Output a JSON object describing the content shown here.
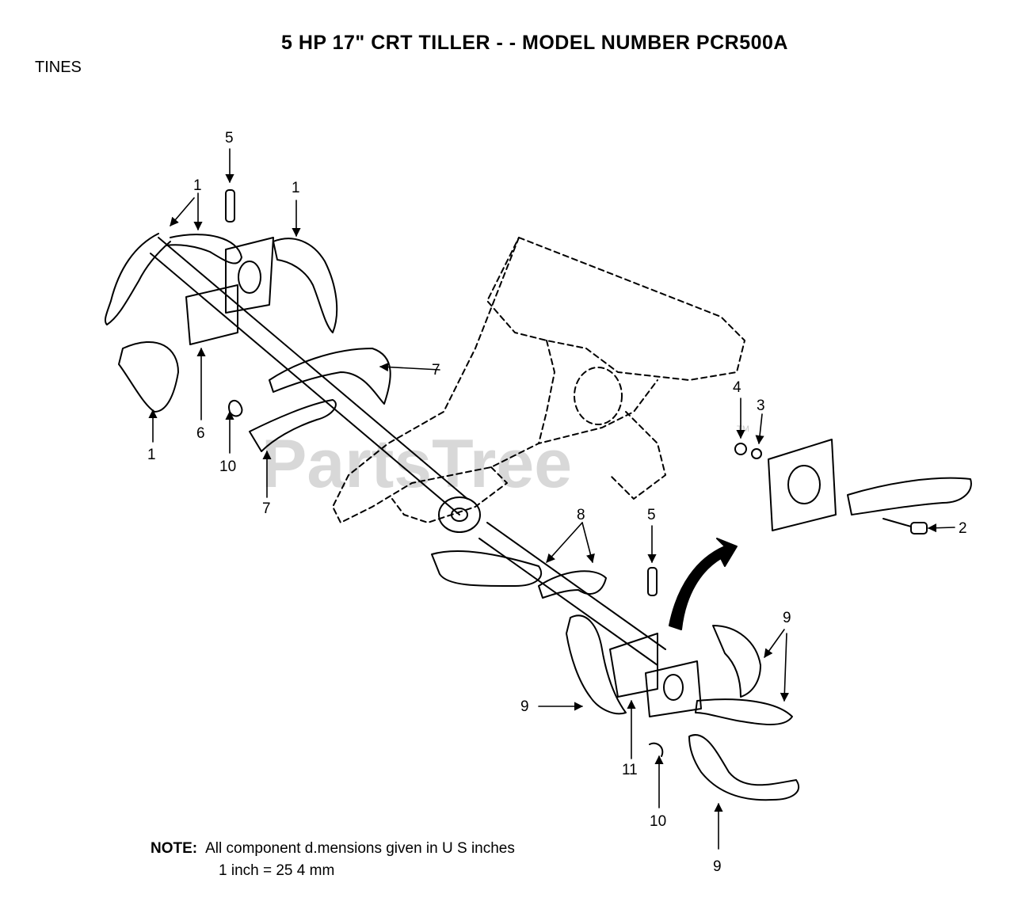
{
  "header": {
    "title": "5 HP  17\" CRT TILLER - - MODEL NUMBER PCR500A",
    "section": "TINES"
  },
  "watermark": {
    "text": "PartsTree",
    "tm": "TM"
  },
  "note": {
    "label": "NOTE:",
    "line1": "All component d.mensions given in U S  inches",
    "line2": "1 inch = 25 4 mm"
  },
  "callouts": {
    "c1a": "1",
    "c1b": "1",
    "c1c": "1",
    "c2": "2",
    "c3": "3",
    "c4": "4",
    "c5a": "5",
    "c5b": "5",
    "c6": "6",
    "c7a": "7",
    "c7b": "7",
    "c8": "8",
    "c9a": "9",
    "c9b": "9",
    "c9c": "9",
    "c10a": "10",
    "c10b": "10",
    "c11": "11"
  }
}
